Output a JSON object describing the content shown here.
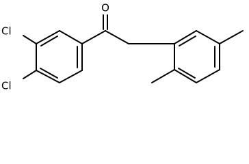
{
  "molecule": {
    "atoms": {
      "oxygen": "O",
      "chlorine_top": "Cl",
      "chlorine_bottom": "Cl"
    },
    "colors": {
      "bond": "#000000",
      "text": "#000000",
      "background": "#ffffff"
    }
  }
}
